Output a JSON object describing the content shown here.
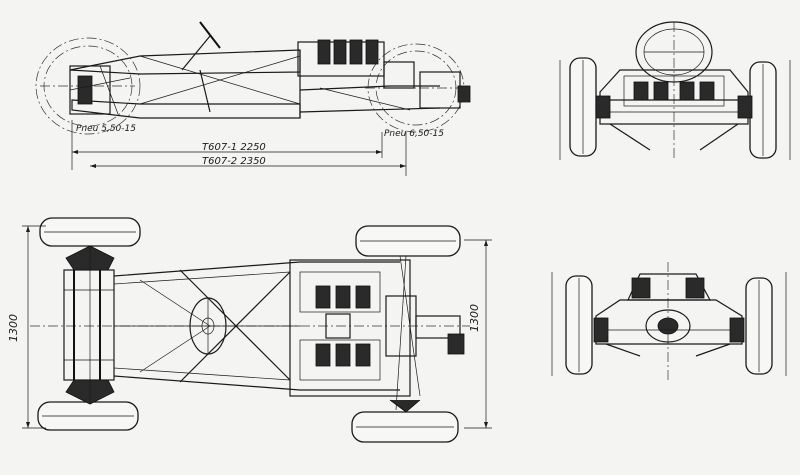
{
  "side_view": {
    "front_tire_label": "Pneu 5,50-15",
    "rear_tire_label": "Pneu 6,50-15"
  },
  "wheelbase": {
    "t607_1": "T607-1 2250",
    "t607_2": "T607-2 2350"
  },
  "plan_view": {
    "track_front_label": "1300",
    "track_rear_label": "1300"
  }
}
